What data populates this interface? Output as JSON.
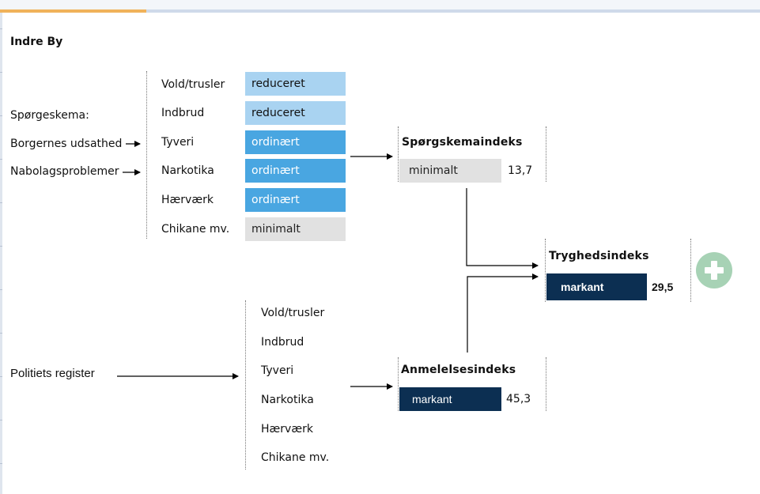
{
  "title": "Indre By",
  "inputs": {
    "survey_label": "Spørgeskema:",
    "exposure_label": "Borgernes udsathed",
    "neighborhood_label": "Nabolagsproblemer",
    "police_label": "Politiets register"
  },
  "survey_categories": [
    {
      "name": "Vold/trusler",
      "level": "reduceret"
    },
    {
      "name": "Indbrud",
      "level": "reduceret"
    },
    {
      "name": "Tyveri",
      "level": "ordinært"
    },
    {
      "name": "Narkotika",
      "level": "ordinært"
    },
    {
      "name": "Hærværk",
      "level": "ordinært"
    },
    {
      "name": "Chikane mv.",
      "level": "minimalt"
    }
  ],
  "police_categories": [
    "Vold/trusler",
    "Indbrud",
    "Tyveri",
    "Narkotika",
    "Hærværk",
    "Chikane mv."
  ],
  "survey_index": {
    "label": "Spørgskemaindeks",
    "level": "minimalt",
    "value": "13,7"
  },
  "report_index": {
    "label": "Anmelelsesindeks",
    "level": "markant",
    "value": "45,3"
  },
  "safety_index": {
    "label": "Tryghedsindeks",
    "level": "markant",
    "value": "29,5"
  },
  "colors": {
    "reduceret": "#a9d3f1",
    "ordinaert": "#49a6e1",
    "minimalt": "#e1e1e1",
    "markant": "#0c2f52"
  },
  "icons": {
    "add_button": "plus-icon"
  }
}
